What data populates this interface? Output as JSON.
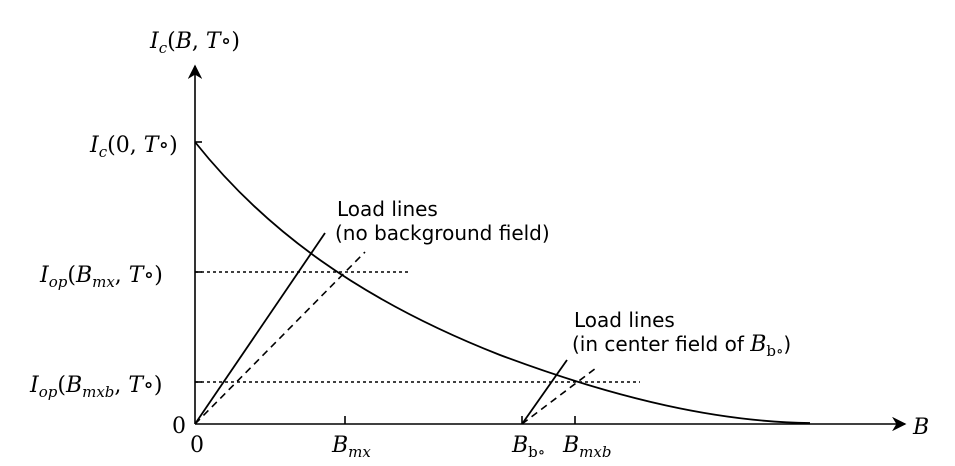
{
  "axes": {
    "y_label": "I_c(B, T∘)",
    "x_label": "B"
  },
  "y_ticks": {
    "top": "I_c(0, T∘)",
    "mid": "I_op(B_mx, T∘)",
    "low": "I_op(B_mxb, T∘)",
    "zero": "0"
  },
  "x_ticks": {
    "zero": "0",
    "bmx": "B_mx",
    "bbo": "B_b∘",
    "bmxb": "B_mxb"
  },
  "annotations": {
    "group1_line1": "Load lines",
    "group1_line2": "(no background field)",
    "group2_line1": "Load lines",
    "group2_line2": "(in center field of B_b∘)"
  }
}
